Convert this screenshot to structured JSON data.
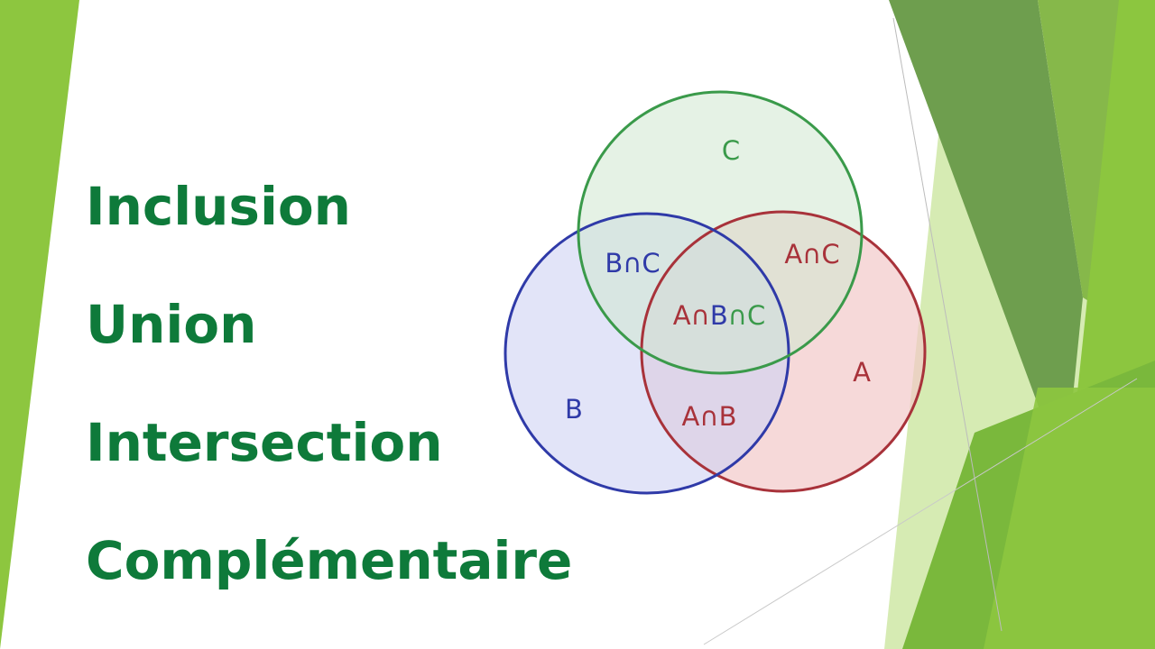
{
  "slide": {
    "terms": [
      "Inclusion",
      "Union",
      "Intersection",
      "Complémentaire"
    ],
    "title_color": "#0e7a3a"
  },
  "venn": {
    "sets": [
      {
        "id": "A",
        "label": "A",
        "color": "#a8323a",
        "fill": "#f2c9c9"
      },
      {
        "id": "B",
        "label": "B",
        "color": "#2f3aa8",
        "fill": "#cfd2f3"
      },
      {
        "id": "C",
        "label": "C",
        "color": "#3a9a4a",
        "fill": "#cfe7cf"
      }
    ],
    "regions": {
      "a_and_b": "A∩B",
      "a_and_c": "A∩C",
      "b_and_c": "B∩C",
      "a_and_b_and_c_parts": [
        "A∩",
        "B",
        "∩C"
      ]
    }
  },
  "theme": {
    "accent_light": "#8cc63f",
    "accent_mid": "#76b83a",
    "accent_dark": "#5e9a3a"
  }
}
